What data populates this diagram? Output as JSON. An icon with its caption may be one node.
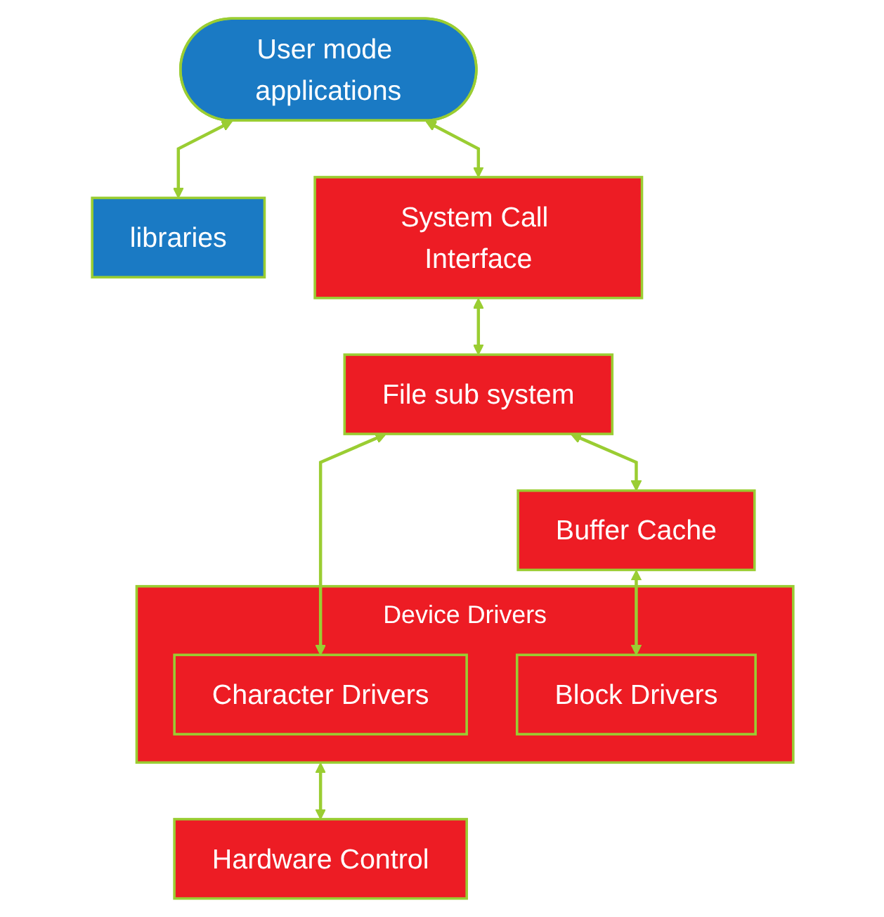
{
  "diagram": {
    "nodes": [
      {
        "text": [
          "User mode applications"
        ]
      },
      {
        "text": [
          "libraries"
        ]
      },
      {
        "text": [
          "System Call Interface"
        ]
      },
      {
        "text": [
          "File sub system"
        ]
      },
      {
        "text": [
          "Buffer Cache"
        ]
      },
      {
        "text": [
          "Device Drivers"
        ]
      },
      {
        "text": [
          "Character Drivers"
        ],
        "in": 5
      },
      {
        "text": [
          "Block Drivers"
        ],
        "in": 5
      },
      {
        "text": [
          "Hardware Control"
        ]
      }
    ],
    "edges": [
      {
        "from": 0,
        "to": 1,
        "arrow": "both"
      },
      {
        "from": 0,
        "to": 2,
        "arrow": "both"
      },
      {
        "from": 2,
        "to": 3,
        "arrow": "both"
      },
      {
        "from": 3,
        "to": 6,
        "arrow": "both"
      },
      {
        "from": 3,
        "to": 4,
        "arrow": "both"
      },
      {
        "from": 4,
        "to": 7,
        "arrow": "both"
      },
      {
        "from": 5,
        "to": 8,
        "arrow": "both"
      }
    ]
  }
}
